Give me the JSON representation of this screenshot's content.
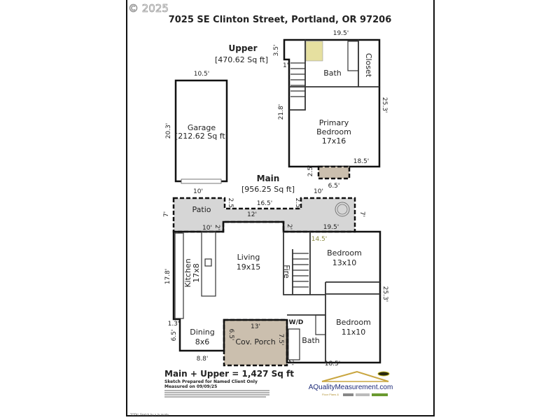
{
  "watermark": "© 2025",
  "title": "7025 SE Clinton Street, Portland, OR 97206",
  "upper": {
    "label": "Upper",
    "area": "[470.62 Sq ft]",
    "rooms": {
      "bath": "Bath",
      "closet": "Closet",
      "primary_1": "Primary",
      "primary_2": "Bedroom",
      "primary_3": "17x16"
    },
    "dims": {
      "top": "19.5'",
      "notch": "3.5'",
      "step": "1'",
      "left": "21.8'",
      "right": "25.3'",
      "bottom": "18.5'",
      "balcony_h": "2.5'",
      "balcony_w": "6.5'"
    }
  },
  "garage": {
    "label": "Garage",
    "area": "[212.62 Sq ft]",
    "dims": {
      "top": "10.5'",
      "left": "20.3'"
    }
  },
  "main": {
    "label": "Main",
    "area": "[956.25 Sq ft]",
    "rooms": {
      "patio": "Patio",
      "living_1": "Living",
      "living_2": "19x15",
      "kitchen_1": "Kitchen",
      "kitchen_2": "17x8",
      "fire": "Fire",
      "bed1_1": "Bedroom",
      "bed1_2": "13x10",
      "bed2_1": "Bedroom",
      "bed2_2": "11x10",
      "wd": "W/D",
      "bath": "Bath",
      "dining_1": "Dining",
      "dining_2": "8x6",
      "porch": "Cov. Porch"
    },
    "dims": {
      "patio_left_w": "10'",
      "patio_right_w": "10'",
      "patio_left_h": "7'",
      "patio_right_h": "7'",
      "notch_left": "2.5'",
      "notch_right": "2.5'",
      "notch_w": "16.5'",
      "patio_mid": "12'",
      "kitchen_top": "10'",
      "step_left": "2'",
      "step_right": "2'",
      "right_top": "19.5'",
      "bed_inner": "14.5'",
      "left": "17.8'",
      "right": "25.3'",
      "dining_step": "1.3'",
      "dining_h": "6.5'",
      "dining_w": "8.8'",
      "porch_w": "13'",
      "porch_left": "6.5'",
      "porch_right": "7.5'",
      "bottom_step": "2'",
      "bottom": "18.5'"
    }
  },
  "footer": {
    "total": "Main + Upper = 1,427 Sq ft",
    "prepared": "Sketch Prepared for Named Client Only",
    "measured": "Measured on 09/09/25",
    "credit": "TOTAL Sketch by a la mode"
  },
  "logo": {
    "text": "AQualityMeasurement.com",
    "tagline": "Floor Plans &"
  },
  "colors": {
    "room": "#fbf9b8",
    "garage": "#b9f0a6",
    "patio": "#d6d6d6",
    "porch": "#cbbfae"
  }
}
